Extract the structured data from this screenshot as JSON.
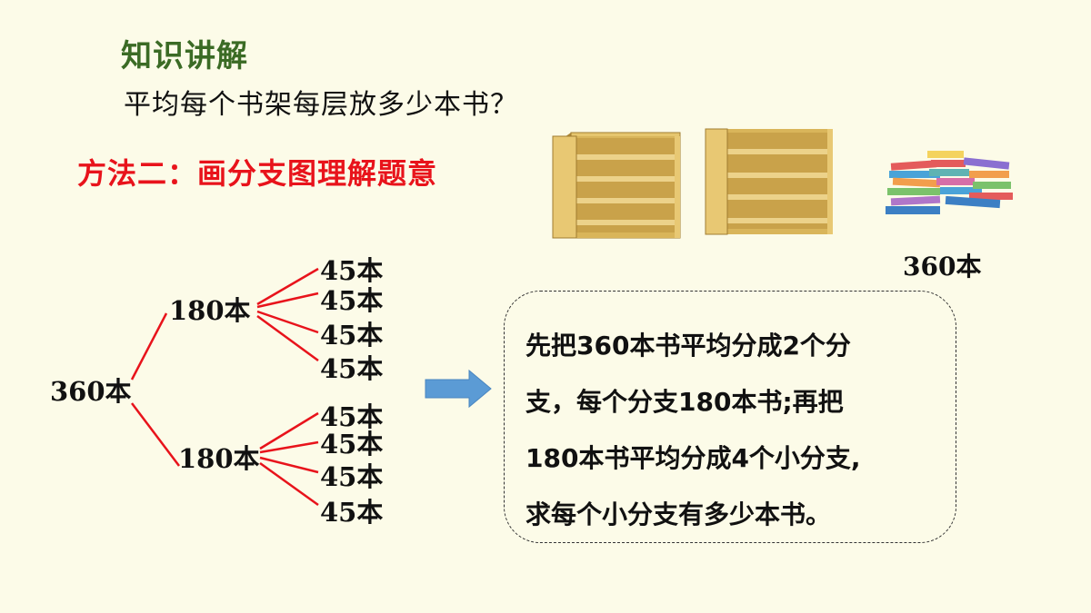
{
  "slide": {
    "section_title": "知识讲解",
    "question": "平均每个书架每层放多少本书？",
    "method_title": "方法二：画分支图理解题意"
  },
  "books": {
    "label": "360本"
  },
  "tree": {
    "root": "360本",
    "branches": [
      {
        "label": "180本",
        "leaves": [
          "45本",
          "45本",
          "45本",
          "45本"
        ]
      },
      {
        "label": "180本",
        "leaves": [
          "45本",
          "45本",
          "45本",
          "45本"
        ]
      }
    ]
  },
  "explanation": {
    "lines": [
      "先把360本书平均分成2个分",
      "支，每个分支180本书;再把",
      "180本书平均分成4个小分支,",
      "求每个小分支有多少本书。"
    ]
  },
  "colors": {
    "section_title": "#3b6b25",
    "method_title": "#e8131b",
    "branch_line": "#e8131b",
    "arrow": "#5b9bd5",
    "shelf_wood": "#e6c66e",
    "background": "#fcfbe8"
  }
}
